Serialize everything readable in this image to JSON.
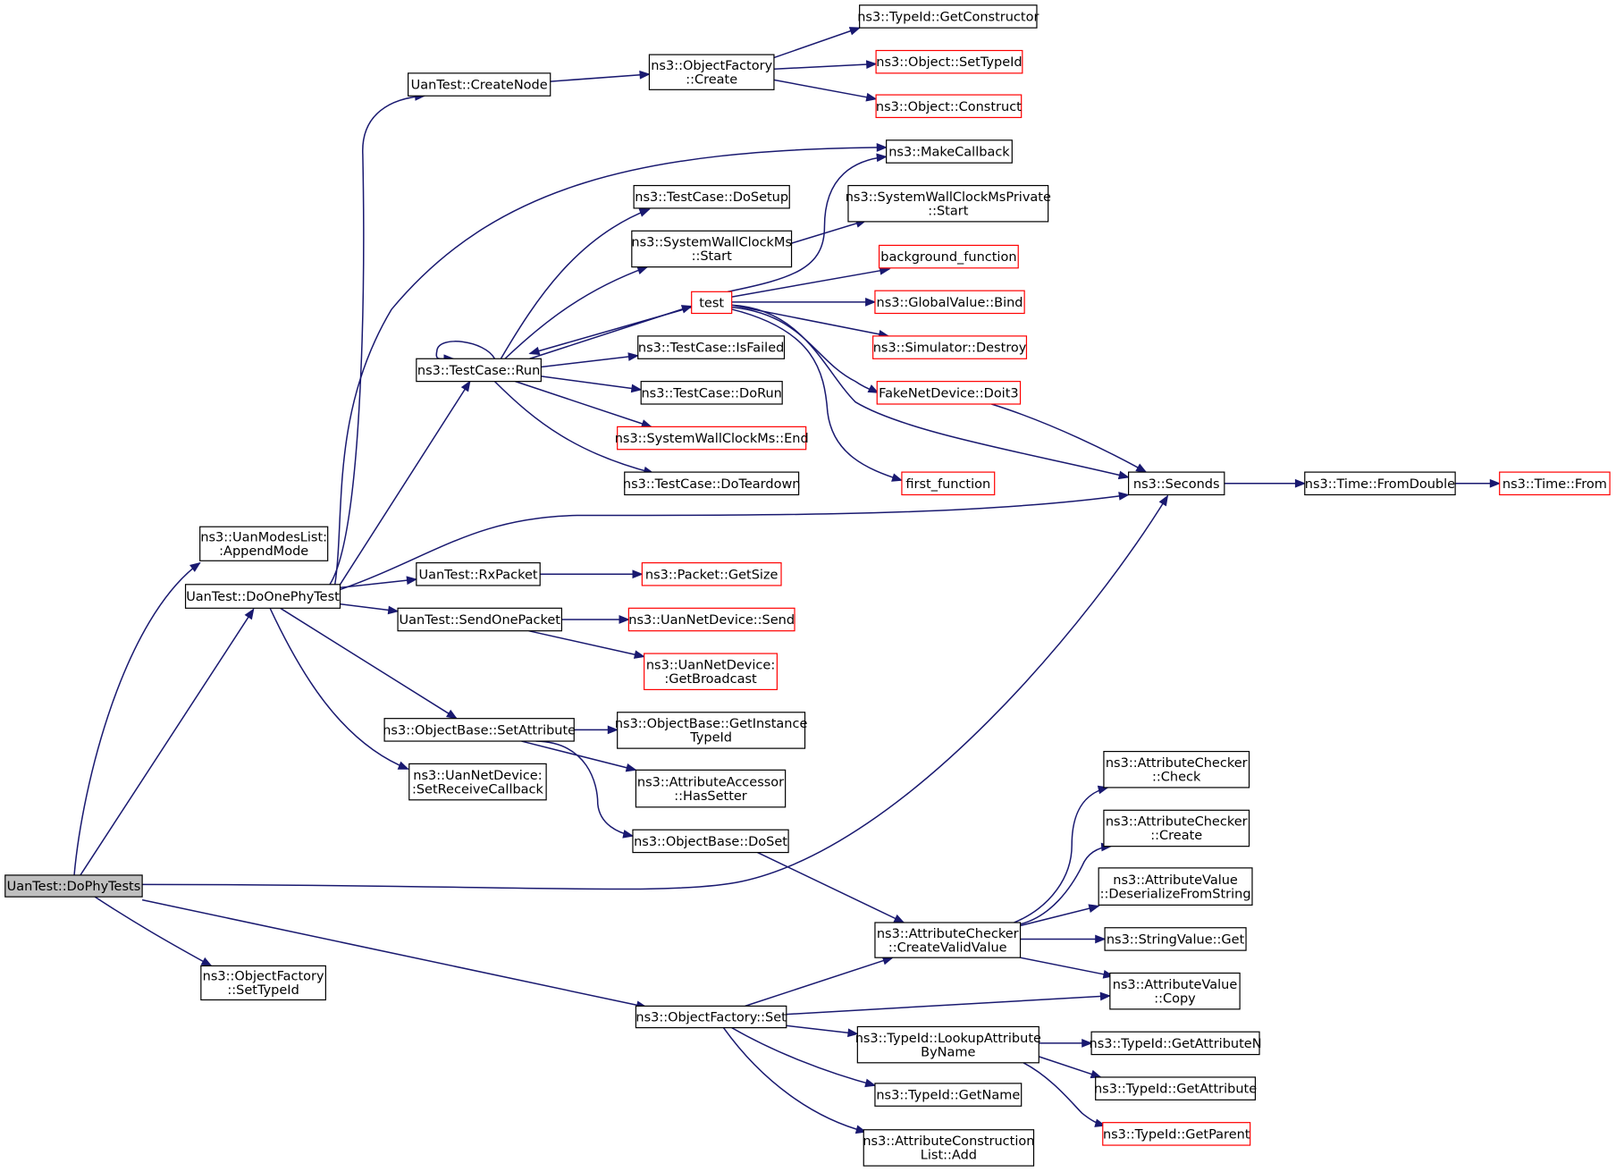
{
  "diagram": {
    "title": "",
    "root": "UanTest::DoPhyTests",
    "colors": {
      "edge": "#191970",
      "root_fill": "#bfbfbf",
      "node_border": "#000000",
      "truncated_border": "#ff0000"
    },
    "nodes": [
      {
        "id": "n0",
        "label": "UanTest::DoPhyTests"
      },
      {
        "id": "n1",
        "label": "ns3::UanModesList:\n:AppendMode"
      },
      {
        "id": "n2",
        "label": "UanTest::DoOnePhyTest"
      },
      {
        "id": "n3",
        "label": "ns3::ObjectFactory\n::SetTypeId"
      },
      {
        "id": "n4",
        "label": "ns3::ObjectFactory::Set"
      },
      {
        "id": "n5",
        "label": "ns3::Seconds"
      },
      {
        "id": "n6",
        "label": "UanTest::CreateNode"
      },
      {
        "id": "n7",
        "label": "ns3::ObjectFactory\n::Create"
      },
      {
        "id": "n8",
        "label": "ns3::TypeId::GetConstructor"
      },
      {
        "id": "n9",
        "label": "ns3::Object::SetTypeId",
        "truncated": true
      },
      {
        "id": "n10",
        "label": "ns3::Object::Construct",
        "truncated": true
      },
      {
        "id": "n11",
        "label": "ns3::MakeCallback"
      },
      {
        "id": "n12",
        "label": "ns3::TestCase::Run"
      },
      {
        "id": "n13",
        "label": "ns3::TestCase::DoSetup"
      },
      {
        "id": "n14",
        "label": "ns3::SystemWallClockMs\n::Start"
      },
      {
        "id": "n15",
        "label": "ns3::SystemWallClockMsPrivate\n::Start"
      },
      {
        "id": "n16",
        "label": "test",
        "truncated": true
      },
      {
        "id": "n17",
        "label": "background_function",
        "truncated": true
      },
      {
        "id": "n18",
        "label": "ns3::GlobalValue::Bind",
        "truncated": true
      },
      {
        "id": "n19",
        "label": "ns3::Simulator::Destroy",
        "truncated": true
      },
      {
        "id": "n20",
        "label": "FakeNetDevice::Doit3",
        "truncated": true
      },
      {
        "id": "n21",
        "label": "first_function",
        "truncated": true
      },
      {
        "id": "n22",
        "label": "ns3::TestCase::IsFailed"
      },
      {
        "id": "n23",
        "label": "ns3::TestCase::DoRun"
      },
      {
        "id": "n24",
        "label": "ns3::SystemWallClockMs::End",
        "truncated": true
      },
      {
        "id": "n25",
        "label": "ns3::TestCase::DoTeardown"
      },
      {
        "id": "n26",
        "label": "ns3::Time::FromDouble"
      },
      {
        "id": "n27",
        "label": "ns3::Time::From",
        "truncated": true
      },
      {
        "id": "n28",
        "label": "UanTest::RxPacket"
      },
      {
        "id": "n29",
        "label": "ns3::Packet::GetSize",
        "truncated": true
      },
      {
        "id": "n30",
        "label": "UanTest::SendOnePacket"
      },
      {
        "id": "n31",
        "label": "ns3::UanNetDevice::Send",
        "truncated": true
      },
      {
        "id": "n32",
        "label": "ns3::UanNetDevice:\n:GetBroadcast",
        "truncated": true
      },
      {
        "id": "n33",
        "label": "ns3::ObjectBase::SetAttribute"
      },
      {
        "id": "n34",
        "label": "ns3::ObjectBase::GetInstance\nTypeId"
      },
      {
        "id": "n35",
        "label": "ns3::AttributeAccessor\n::HasSetter"
      },
      {
        "id": "n36",
        "label": "ns3::ObjectBase::DoSet"
      },
      {
        "id": "n37",
        "label": "ns3::UanNetDevice:\n:SetReceiveCallback"
      },
      {
        "id": "n38",
        "label": "ns3::AttributeChecker\n::CreateValidValue"
      },
      {
        "id": "n39",
        "label": "ns3::AttributeChecker\n::Check"
      },
      {
        "id": "n40",
        "label": "ns3::AttributeChecker\n::Create"
      },
      {
        "id": "n41",
        "label": "ns3::AttributeValue\n::DeserializeFromString"
      },
      {
        "id": "n42",
        "label": "ns3::StringValue::Get"
      },
      {
        "id": "n43",
        "label": "ns3::AttributeValue\n::Copy"
      },
      {
        "id": "n44",
        "label": "ns3::TypeId::LookupAttribute\nByName"
      },
      {
        "id": "n45",
        "label": "ns3::TypeId::GetAttributeN"
      },
      {
        "id": "n46",
        "label": "ns3::TypeId::GetAttribute"
      },
      {
        "id": "n47",
        "label": "ns3::TypeId::GetParent",
        "truncated": true
      },
      {
        "id": "n48",
        "label": "ns3::TypeId::GetName"
      },
      {
        "id": "n49",
        "label": "ns3::AttributeConstruction\nList::Add"
      }
    ],
    "edges": [
      [
        "n0",
        "n1"
      ],
      [
        "n0",
        "n2"
      ],
      [
        "n0",
        "n3"
      ],
      [
        "n0",
        "n4"
      ],
      [
        "n0",
        "n5"
      ],
      [
        "n2",
        "n6"
      ],
      [
        "n2",
        "n11"
      ],
      [
        "n2",
        "n12"
      ],
      [
        "n2",
        "n5"
      ],
      [
        "n2",
        "n28"
      ],
      [
        "n2",
        "n30"
      ],
      [
        "n2",
        "n33"
      ],
      [
        "n2",
        "n37"
      ],
      [
        "n6",
        "n7"
      ],
      [
        "n7",
        "n8"
      ],
      [
        "n7",
        "n9"
      ],
      [
        "n7",
        "n10"
      ],
      [
        "n12",
        "n12"
      ],
      [
        "n12",
        "n13"
      ],
      [
        "n12",
        "n14"
      ],
      [
        "n12",
        "n16"
      ],
      [
        "n12",
        "n22"
      ],
      [
        "n12",
        "n23"
      ],
      [
        "n12",
        "n24"
      ],
      [
        "n12",
        "n25"
      ],
      [
        "n14",
        "n15"
      ],
      [
        "n16",
        "n11"
      ],
      [
        "n16",
        "n17"
      ],
      [
        "n16",
        "n18"
      ],
      [
        "n16",
        "n19"
      ],
      [
        "n16",
        "n20"
      ],
      [
        "n16",
        "n5"
      ],
      [
        "n16",
        "n21"
      ],
      [
        "n16",
        "n12"
      ],
      [
        "n20",
        "n5"
      ],
      [
        "n5",
        "n26"
      ],
      [
        "n26",
        "n27"
      ],
      [
        "n28",
        "n29"
      ],
      [
        "n30",
        "n31"
      ],
      [
        "n30",
        "n32"
      ],
      [
        "n33",
        "n34"
      ],
      [
        "n33",
        "n35"
      ],
      [
        "n33",
        "n36"
      ],
      [
        "n36",
        "n38"
      ],
      [
        "n38",
        "n39"
      ],
      [
        "n38",
        "n40"
      ],
      [
        "n38",
        "n41"
      ],
      [
        "n38",
        "n42"
      ],
      [
        "n38",
        "n43"
      ],
      [
        "n4",
        "n38"
      ],
      [
        "n4",
        "n43"
      ],
      [
        "n4",
        "n44"
      ],
      [
        "n4",
        "n48"
      ],
      [
        "n4",
        "n49"
      ],
      [
        "n44",
        "n45"
      ],
      [
        "n44",
        "n46"
      ],
      [
        "n44",
        "n47"
      ]
    ]
  }
}
